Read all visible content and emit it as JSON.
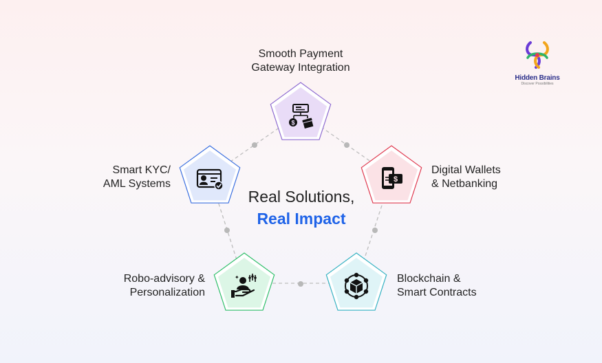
{
  "center": {
    "line1": "Real Solutions,",
    "line2": "Real Impact"
  },
  "logo": {
    "brand": "Hidden Brains",
    "tagline": "Discover Possibilities"
  },
  "nodes": [
    {
      "id": "payment",
      "lines": [
        "Smooth Payment",
        "Gateway Integration"
      ],
      "icon": "payment-gateway-icon",
      "fill": "#e9dcf7",
      "stroke": "#8e6bd1"
    },
    {
      "id": "wallets",
      "lines": [
        "Digital Wallets",
        "& Netbanking"
      ],
      "icon": "mobile-wallet-icon",
      "fill": "#fbe2e6",
      "stroke": "#e0394f"
    },
    {
      "id": "blockchain",
      "lines": [
        "Blockchain &",
        "Smart Contracts"
      ],
      "icon": "blockchain-cube-icon",
      "fill": "#dff4f7",
      "stroke": "#35b2c2"
    },
    {
      "id": "robo",
      "lines": [
        "Robo-advisory &",
        "Personalization"
      ],
      "icon": "robo-advisor-icon",
      "fill": "#dcf6e6",
      "stroke": "#2fbf6a"
    },
    {
      "id": "kyc",
      "lines": [
        "Smart KYC/",
        "AML Systems"
      ],
      "icon": "id-card-check-icon",
      "fill": "#e0e8fb",
      "stroke": "#3a6fe0"
    }
  ],
  "colors": {
    "accent": "#1f63e8",
    "connector": "#bdbdbd"
  }
}
